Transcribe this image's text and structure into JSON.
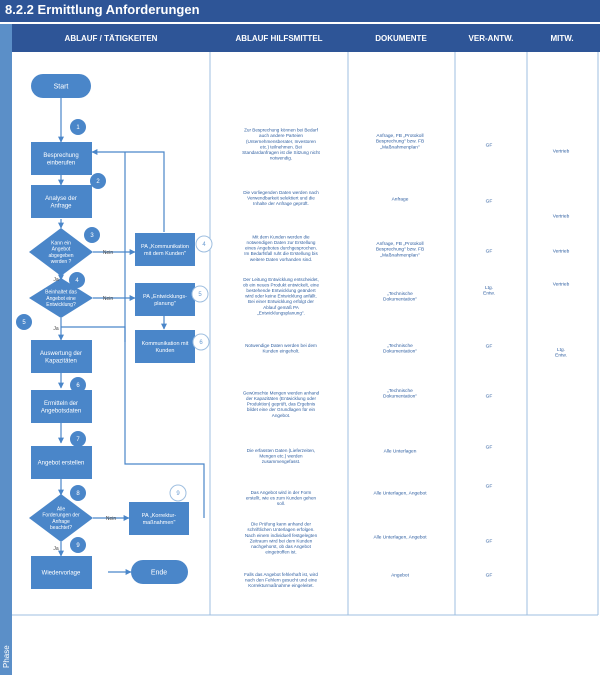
{
  "title": "8.2.2 Ermittlung Anforderungen",
  "phase_label": "Phase",
  "columns": [
    "ABLAUF / TÄTIGKEITEN",
    "ABLAUF HILFSMITTEL",
    "DOKUMENTE",
    "VER-ANTW.",
    "MITW."
  ],
  "flow": {
    "start": "Start",
    "end": "Ende",
    "steps": [
      "Besprechung einberufen",
      "Analyse der Anfrage",
      "Auswertung der Kapazitäten",
      "Ermitteln der Angebotsdaten",
      "Angebot erstellen",
      "Wiedervorlage"
    ],
    "decisions": [
      [
        "Kann ein",
        "Angebot",
        "abgegeben",
        "werden ?"
      ],
      [
        "Beinhaltet das",
        "Angebot eine",
        "Entwicklung?"
      ],
      [
        "Alle",
        "Forderungen der",
        "Anfrage",
        "beachtet?"
      ]
    ],
    "pa_boxes": [
      [
        "PA „Kommunikation",
        "mit dem Kunden\""
      ],
      [
        "PA „Entwicklungs-",
        "planung\""
      ],
      [
        "Kommunikation mit",
        "Kunden"
      ],
      [
        "PA „Korrektur-",
        "maßnahmen\""
      ]
    ],
    "labels": {
      "nein": "Nein",
      "ja": "Ja"
    },
    "numbers": [
      "1",
      "2",
      "3",
      "4",
      "4",
      "5",
      "5",
      "6",
      "6",
      "7",
      "8",
      "9",
      "9"
    ]
  },
  "hilfsmittel": [
    [
      "Zur Besprechung können bei Bedarf",
      "auch andere Parteien",
      "(Unternehmensberater, Investoren",
      "etc.) teilnehmen. Bei",
      "Standardanfragen ist die Sitzung nicht",
      "notwendig."
    ],
    [
      "Die vorliegenden Daten werden nach",
      "Verwendbarkeit selektiert und die",
      "Inhalte der Anfrage geprüft."
    ],
    [
      "Mit dem Kunden werden die",
      "notwendigen Daten zur Erstellung",
      "eines Angebotes durchgesprochen.",
      "Im Bedarfsfall ruht die Erstellung bis",
      "weitere Daten vorhanden sind."
    ],
    [
      "Der Leitung Entwicklung entscheidet,",
      "ob ein neues Produkt entwickelt, eine",
      "bestehende Entwicklung geändert",
      "wird oder keine Entwicklung anfällt.",
      "Bei einer Entwicklung erfolgt der",
      "Ablauf gemäß PA",
      "„Entwicklungsplanung\"."
    ],
    [
      "Notwendige Daten werden bei dem",
      "Kunden eingeholt."
    ],
    [
      "Gewünschte Mengen werden anhand",
      "der Kapazitäten (Entwicklung oder",
      "Produktion) geprüft, das Ergebnis",
      "bildet eine der Grundlagen für ein",
      "Angebot."
    ],
    [
      "Die erfassten Daten (Lieferzeiten,",
      "Mengen etc.) werden",
      "zusammengefasst."
    ],
    [
      "Das Angebot wird in der Form",
      "erstellt, wie es zum Kunden gehen",
      "soll."
    ],
    [
      "Die Prüfung kann anhand der",
      "schriftlichen Unterlagen erfolgen.",
      "Nach einem individuell festgelegten",
      "Zeitraum wird bei dem Kunden",
      "nachgehorst, ob das Angebot",
      "eingetroffen ist."
    ],
    [
      "Falls das Angebot fehlerhaft ist, wird",
      "nach den Fehlern gesucht und eine",
      "Korrekturmaßnahme eingeleitet."
    ]
  ],
  "dokumente": [
    [
      "Anfrage, FB „Protokoll",
      "Besprechung\" bzw. FB",
      "„Maßnahmenplan\""
    ],
    [
      "Anfrage"
    ],
    [
      "Anfrage, FB „Protokoll",
      "Besprechung\" bzw. FB",
      "„Maßnahmenplan\""
    ],
    [
      "„Technische",
      "Dokumentation\""
    ],
    [
      "„Technische",
      "Dokumentation\""
    ],
    [
      "„Technische",
      "Dokumentation\""
    ],
    [
      "Alle Unterlagen"
    ],
    [
      "Alle Unterlagen, Angebot"
    ],
    [
      "Alle Unterlagen, Angebot"
    ],
    [
      "Angebot"
    ]
  ],
  "verantw": [
    [
      "GF"
    ],
    [
      "GF"
    ],
    [
      "GF"
    ],
    [
      "Ltg.",
      "Entw."
    ],
    [
      "GF"
    ],
    [
      "GF"
    ],
    [
      "GF"
    ],
    [
      "GF"
    ],
    [
      "GF"
    ],
    [
      "GF"
    ]
  ],
  "mitw": [
    [
      "Vertrieb"
    ],
    [
      "Vertrieb"
    ],
    [
      "Vertrieb"
    ],
    [
      "Vertrieb"
    ],
    [
      "Ltg.",
      "Entw."
    ]
  ],
  "colors": {
    "title_bg": "#2e5597",
    "header_bg": "#2e5597",
    "shape_fill": "#4a86c9",
    "side_bar": "#5b8fc8",
    "text_blue": "#2f5fa1",
    "lane_line": "#9fbfe0"
  }
}
